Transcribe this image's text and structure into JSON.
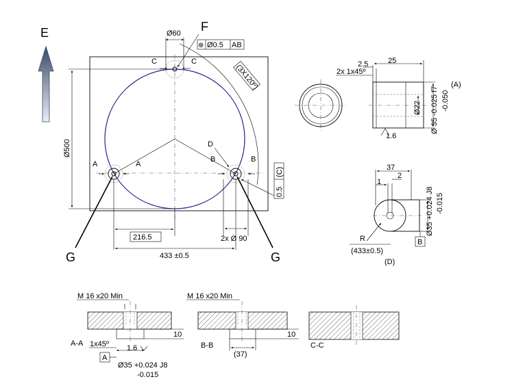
{
  "labels": {
    "E": "E",
    "F": "F",
    "G_left": "G",
    "G_right": "G",
    "dia60": "Ø60",
    "tol_pos": "Ø0.5",
    "tol_ref": "AB",
    "tol_sym": "⊕",
    "angle": "(3X120º)",
    "C_left": "C",
    "C_right": "C",
    "A_left": "A",
    "A_right": "A",
    "B_left": "B",
    "B_right": "B",
    "D": "D",
    "dia500": "Ø500",
    "d2165": "216.5",
    "dia90": "2x Ø 90",
    "d433": "433 ±0.5",
    "flat_tol": "0.5",
    "flat_ref": "(C)",
    "pa_25": "25",
    "pa_2_5": "2.5",
    "pa_chamfer": "2x 1x45º",
    "pa_dia22": "Ø22",
    "pa_dia35": "Ø 35 -0.025 f7",
    "pa_dia35_lo": "-0.050",
    "pa_name": "(A)",
    "pa_rough": "1.6",
    "pd_37": "37",
    "pd_1": "1",
    "pd_2": "2",
    "pd_dia35": "Ø35 +0.024 J8",
    "pd_dia35_lo": "-0.015",
    "pd_R": "R",
    "pd_433": "(433±0.5)",
    "pd_name": "(D)",
    "pd_Bref": "B",
    "sa_m16": "M 16 x20 Min",
    "sa_10": "10",
    "sa_name": "A-A",
    "sa_chamfer": "1x45º",
    "sa_rough": "1.6",
    "sa_Aref": "A",
    "sa_dia35": "Ø35 +0.024 J8",
    "sa_dia35_lo": "-0.015",
    "sb_m16": "M 16 x20 Min",
    "sb_10": "10",
    "sb_name": "B-B",
    "sb_37": "(37)",
    "sc_name": "C-C"
  },
  "colors": {
    "circle": "#2b2b8c",
    "arrow_top": "#3a4a63",
    "arrow_bottom": "#e8eef8"
  }
}
